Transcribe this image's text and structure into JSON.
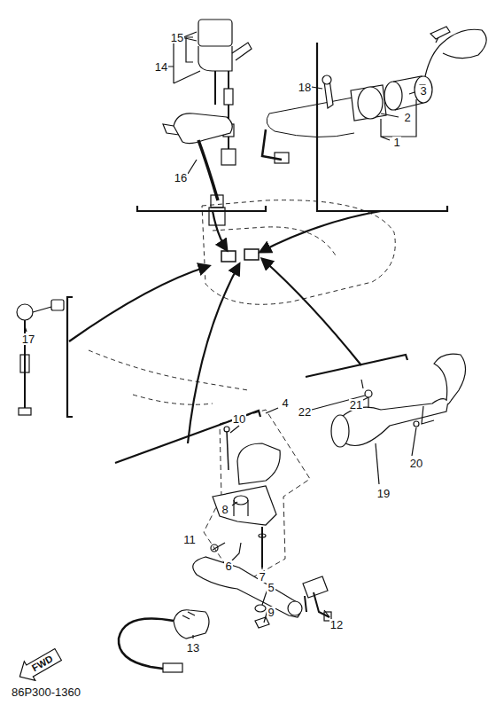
{
  "diagram": {
    "nodes": [
      {
        "text": [
          "FWD"
        ]
      }
    ],
    "labels": [
      "15",
      "14",
      "16",
      "18",
      "3",
      "2",
      "1",
      "17",
      "22",
      "21",
      "19",
      "20",
      "10",
      "4",
      "8",
      "6",
      "7",
      "5",
      "9",
      "12",
      "13",
      "11",
      "86P300-1360"
    ]
  }
}
